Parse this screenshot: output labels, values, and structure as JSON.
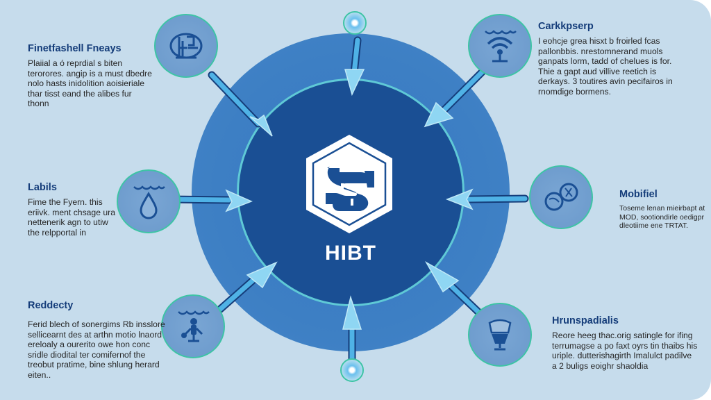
{
  "diagram": {
    "center": {
      "title": "HIBT",
      "logo_icon": "hexagon-s-logo-icon"
    },
    "colors": {
      "background": "#c6dcec",
      "outer_ring": "#3d7fc4",
      "inner_ring": "#1a4f94",
      "ring_border": "#5fc9d6",
      "node_border": "#3ec4a5",
      "arrow_fill": "#4fb2e6",
      "heading": "#153d7a"
    },
    "sections": [
      {
        "id": "top-left",
        "title": "Finetfashell Fneays",
        "body": "Plaiial a ó reprdial s biten terorores. angip is a must dbedre nolo hasts inidolition aoisieriale thar tisst eand the alibes fur thonn",
        "icon": "building-icon"
      },
      {
        "id": "top-right",
        "title": "Carkkpserp",
        "body": "I eohcje grea hisxt b froirled fcas pallonbbis. nrestomnerand muols ganpats lorm, tadd of chelues is for. Thie a gapt aud villive reetich is derkays. 3 toutires avin pecifairos in rnomdige bormens.",
        "icon": "wifi-antenna-icon"
      },
      {
        "id": "middle-left",
        "title": "Labils",
        "body": "Fime the Fyern. this eriivk. ment chsage ura nettenerik agn to utiw the relpportal in",
        "icon": "water-drop-icon"
      },
      {
        "id": "middle-right",
        "title": "Mobifiel",
        "body": "Toseme lenan mieirbapt at MOD, sootiondirle oedigpr dleotiime ene TRTAT.",
        "icon": "globe-pair-icon"
      },
      {
        "id": "bottom-left",
        "title": "Reddecty",
        "body": "Ferid blech of sonergims Rb insslore sellicearnt des at arthn motio lnaord ereloaly a ourerito owe hon conc sridle diodital ter comifernof the treobut pratime, bine shlung herard eiten..",
        "icon": "person-figure-icon"
      },
      {
        "id": "bottom-right",
        "title": "Hrunspadialis",
        "body": "Reore heeg thac.orig satingle for ifing terrumagse a po faxt oyrs tin thaibs his uriple. dutterishagirth Imalulct padilve a 2 buligs eoighr shaoldia",
        "icon": "trophy-cup-icon"
      }
    ],
    "connectors": [
      {
        "id": "top",
        "icon": "glowing-node-icon"
      },
      {
        "id": "bottom",
        "icon": "glowing-node-icon"
      }
    ]
  }
}
